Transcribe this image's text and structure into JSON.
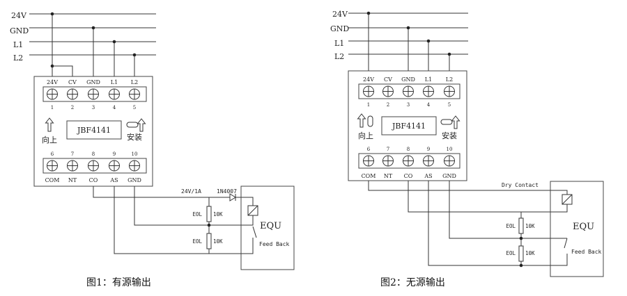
{
  "diagrams": [
    {
      "caption": "图1：有源输出",
      "bus_labels": [
        "24V",
        "GND",
        "L1",
        "L2"
      ],
      "top_terminals": [
        "24V",
        "CV",
        "GND",
        "L1",
        "L2"
      ],
      "top_numbers": [
        "1",
        "2",
        "3",
        "4",
        "5"
      ],
      "model": "JBF4141",
      "up_label": "向上",
      "install_label": "安装",
      "bottom_numbers": [
        "6",
        "7",
        "8",
        "9",
        "10"
      ],
      "bottom_terminals": [
        "COM",
        "NT",
        "CO",
        "AS",
        "GND"
      ],
      "supply_label": "24V/1A",
      "diode_label": "1N4007",
      "eol_label": "EOL",
      "res_label": "10K",
      "equ_label": "EQU",
      "feedback_label": "Feed Back"
    },
    {
      "caption": "图2：无源输出",
      "bus_labels": [
        "24V",
        "GND",
        "L1",
        "L2"
      ],
      "top_terminals": [
        "24V",
        "CV",
        "GND",
        "L1",
        "L2"
      ],
      "top_numbers": [
        "1",
        "2",
        "3",
        "4",
        "5"
      ],
      "model": "JBF4141",
      "up_label": "向上",
      "install_label": "安装",
      "bottom_numbers": [
        "6",
        "7",
        "8",
        "9",
        "10"
      ],
      "bottom_terminals": [
        "COM",
        "NT",
        "CO",
        "AS",
        "GND"
      ],
      "contact_label": "Dry Contact",
      "eol_label": "EOL",
      "res_label": "10K",
      "equ_label": "EQU",
      "feedback_label": "Feed Back"
    }
  ]
}
